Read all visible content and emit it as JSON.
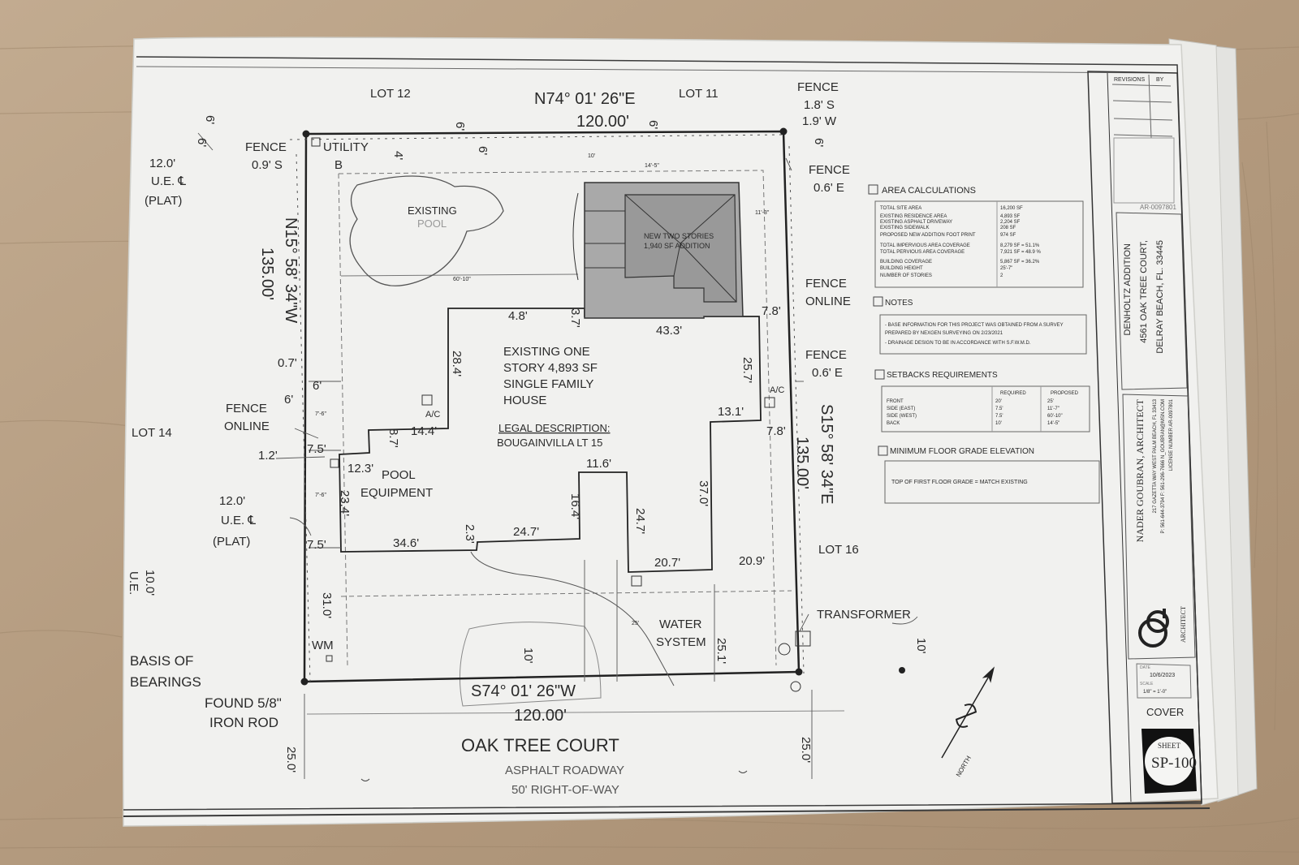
{
  "lots": {
    "lot12": "LOT 12",
    "lot11": "LOT 11",
    "lot14": "LOT 14",
    "lot16": "LOT 16"
  },
  "bearings": {
    "north": "N74° 01' 26\"E",
    "north_dist": "120.00'",
    "south": "S74° 01' 26\"W",
    "south_dist": "120.00'",
    "west": "N15° 58' 34\"W",
    "west_dist": "135.00'",
    "east": "S15° 58' 34\"E",
    "east_dist": "135.00'"
  },
  "labels": {
    "fence_top_right": "FENCE",
    "fence_top_right_1": "1.8' S",
    "fence_top_right_2": "1.9' W",
    "fence_top_left": "FENCE",
    "fence_top_left_1": "0.9' S",
    "utility": "UTILITY",
    "utility_b": "B",
    "ue_top_1": "12.0'",
    "ue_top_2": "U.E. ℄",
    "ue_top_3": "(PLAT)",
    "fence_east_top": "FENCE",
    "fence_east_top_1": "0.6' E",
    "existing": "EXISTING",
    "pool": "POOL",
    "new_add_1": "NEW TWO STORIES",
    "new_add_2": "1,940 SF ADDITION",
    "fence_online_r1": "FENCE",
    "fence_online_r2": "ONLINE",
    "fence_east_mid": "FENCE",
    "fence_east_mid_1": "0.6' E",
    "house_1": "EXISTING ONE",
    "house_2": "STORY 4,893 SF",
    "house_3": "SINGLE FAMILY",
    "house_4": "HOUSE",
    "legal_1": "LEGAL DESCRIPTION:",
    "legal_2": "BOUGAINVILLA LT 15",
    "fence_online_l1": "FENCE",
    "fence_online_l2": "ONLINE",
    "pool_eq_1": "POOL",
    "pool_eq_2": "EQUIPMENT",
    "ue_bot_1": "12.0'",
    "ue_bot_2": "U.E. ℄",
    "ue_bot_3": "(PLAT)",
    "ue_left": "10.0'",
    "ue_left_2": "U.E.",
    "water_1": "WATER",
    "water_2": "SYSTEM",
    "transformer": "TRANSFORMER",
    "wm": "WM",
    "basis_1": "BASIS OF",
    "basis_2": "BEARINGS",
    "found_1": "FOUND 5/8\"",
    "found_2": "IRON ROD",
    "road_1": "OAK TREE COURT",
    "road_2": "ASPHALT ROADWAY",
    "road_3": "50' RIGHT-OF-WAY",
    "ac_1": "A/C",
    "ac_2": "A/C"
  },
  "dims": {
    "d_6a": "6'",
    "d_6b": "6'",
    "d_6c": "6'",
    "d_6d": "6'",
    "d_6e": "6'",
    "d_6f": "6'",
    "d_6g": "6'",
    "d_6h": "6'",
    "d_4": "4'",
    "d_4_8": "4.8'",
    "d_3_7": "3.7'",
    "d_43_3": "43.3'",
    "d_7_8a": "7.8'",
    "d_7_8b": "7.8'",
    "d_0_7": "0.7'",
    "d_28_4": "28.4'",
    "d_25_7": "25.7'",
    "d_13_1": "13.1'",
    "d_14_4": "14.4'",
    "d_8_7": "8.7'",
    "d_7_5a": "7.5'",
    "d_1_2": "1.2'",
    "d_12_3": "12.3'",
    "d_11_6": "11.6'",
    "d_16_4": "16.4'",
    "d_24_7a": "24.7'",
    "d_37_0": "37.0'",
    "d_23_4": "23.4'",
    "d_2_3": "2.3'",
    "d_24_7b": "24.7'",
    "d_34_6": "34.6'",
    "d_7_5b": "7.5'",
    "d_20_7": "20.7'",
    "d_20_9": "20.9'",
    "d_31_0": "31.0'",
    "d_25_1": "25.1'",
    "d_10a": "10'",
    "d_10b": "10'",
    "d_25_0a": "25.0'",
    "d_25_0b": "25.0'",
    "d_60_10": "60'-10\"",
    "d_10s": "10'",
    "d_14_5": "14'-5\"",
    "d_11_3": "11'-3\"",
    "d_7_6a": "7'-6\"",
    "d_7_6b": "7'-6\"",
    "d_25s": "25'"
  },
  "area_calc": {
    "heading": "AREA CALCULATIONS",
    "rows": [
      [
        "TOTAL SITE AREA",
        "16,200 SF"
      ],
      [
        "EXISTING RESIDENCE AREA",
        "4,893 SF"
      ],
      [
        "EXISTING  ASPHALT DRIVEWAY",
        "2,204 SF"
      ],
      [
        "EXISTING  SIDEWALK",
        "208 SF"
      ],
      [
        "PROPOSED NEW ADDITION FOOT PRINT",
        "974 SF"
      ],
      [
        "TOTAL IMPERVIOUS AREA COVERAGE",
        "8,279 SF = 51.1%"
      ],
      [
        "TOTAL PERVIOUS AREA COVERAGE",
        "7,921 SF = 48.9 %"
      ],
      [
        "BUILDING COVERAGE",
        "5,867 SF = 36.2%"
      ],
      [
        "BUILDING HEIGHT",
        "25'-7\""
      ],
      [
        "NUMBER OF STORIES",
        "2"
      ]
    ]
  },
  "notes": {
    "heading": "NOTES",
    "lines": [
      "- BASE INFORMATION FOR THIS PROJECT WAS OBTAINED FROM A SURVEY",
      "  PREPARED BY NEXGEN SURVEYING ON 2/23/2021",
      "- DRAINAGE DESIGN TO BE IN ACCORDANCE WITH S.F.W.M.D."
    ]
  },
  "setbacks": {
    "heading": "SETBACKS REQUIREMENTS",
    "col_required": "REQUIRED",
    "col_proposed": "PROPOSED",
    "rows": [
      [
        "FRONT",
        "20'",
        "25'"
      ],
      [
        "SIDE (EAST)",
        "7.5'",
        "11'-7\""
      ],
      [
        "SIDE (WEST)",
        "7.5'",
        "60'-10\""
      ],
      [
        "BACK",
        "10'",
        "14'-5\""
      ]
    ]
  },
  "floor_grade": {
    "heading": "MINIMUM FLOOR GRADE ELEVATION",
    "text": "TOP OF FIRST FLOOR GRADE = MATCH EXISTING"
  },
  "title_block": {
    "revisions": "REVISIONS",
    "by": "BY",
    "ar_number": "AR-0097801",
    "project_1": "DENHOLTZ  ADDITION",
    "project_2": "4561 OAK TREE COURT,",
    "project_3": "DELRAY BEACH, FL. 33445",
    "architect": "NADER  GOUBRAN,  ARCHITECT",
    "arch_addr": "217 GAZETTA WAY  WEST PALM BEACH, FL 33413",
    "arch_phone": "P: 561-644-3794   F: 561-296-7666   N_GOUBRAN@MSN.COM",
    "arch_license": "LICENSE NUMBER AR-0097801",
    "logo_sub": "ARCHITECT",
    "date_label": "DATE",
    "date": "10/6/2023",
    "scale_label": "SCALE",
    "scale": "1/8\" = 1'-0\"",
    "cover": "COVER",
    "sheet_label": "SHEET",
    "sheet": "SP-100"
  },
  "north_label": "NORTH",
  "colors": {
    "paper": "#f1f1ef",
    "ink": "#2a2a2a",
    "addition_fill": "#a9a9a9",
    "wood": "#b9a186"
  }
}
